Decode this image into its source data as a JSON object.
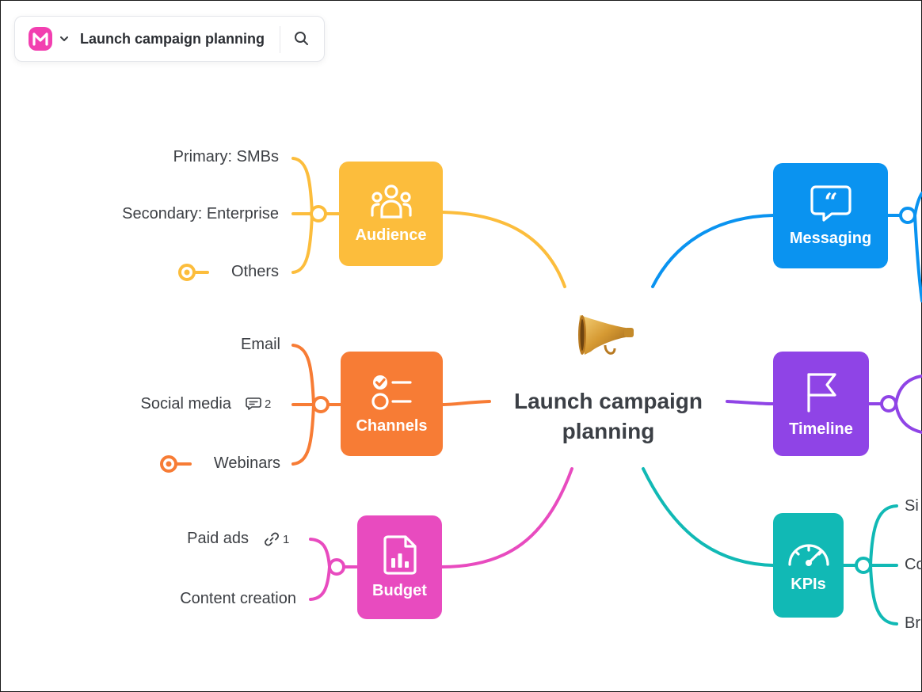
{
  "toolbar": {
    "title": "Launch campaign planning",
    "logo_icon": "mindmap-logo-icon",
    "menu_icon": "chevron-down-icon",
    "search_icon": "search-icon"
  },
  "center": {
    "title_line1": "Launch campaign",
    "title_line2": "planning",
    "icon": "megaphone-icon"
  },
  "colors": {
    "audience": "#fcbd3c",
    "channels": "#f77c35",
    "budget": "#e84bbf",
    "messaging": "#0a93f0",
    "timeline": "#8f44e6",
    "kpis": "#11b9b5"
  },
  "topics": {
    "audience": {
      "label": "Audience",
      "icon": "users-group-icon",
      "children": [
        "Primary: SMBs",
        "Secondary: Enterprise",
        "Others"
      ]
    },
    "channels": {
      "label": "Channels",
      "icon": "checklist-icon",
      "children": [
        "Email",
        "Social media",
        "Webinars"
      ],
      "comment_count": "2"
    },
    "budget": {
      "label": "Budget",
      "icon": "report-chart-icon",
      "children": [
        "Paid ads",
        "Content creation"
      ],
      "link_count": "1"
    },
    "messaging": {
      "label": "Messaging",
      "icon": "quote-bubble-icon"
    },
    "timeline": {
      "label": "Timeline",
      "icon": "flag-icon"
    },
    "kpis": {
      "label": "KPIs",
      "icon": "speedometer-icon",
      "children": [
        "Si",
        "Co",
        "Br"
      ]
    }
  }
}
